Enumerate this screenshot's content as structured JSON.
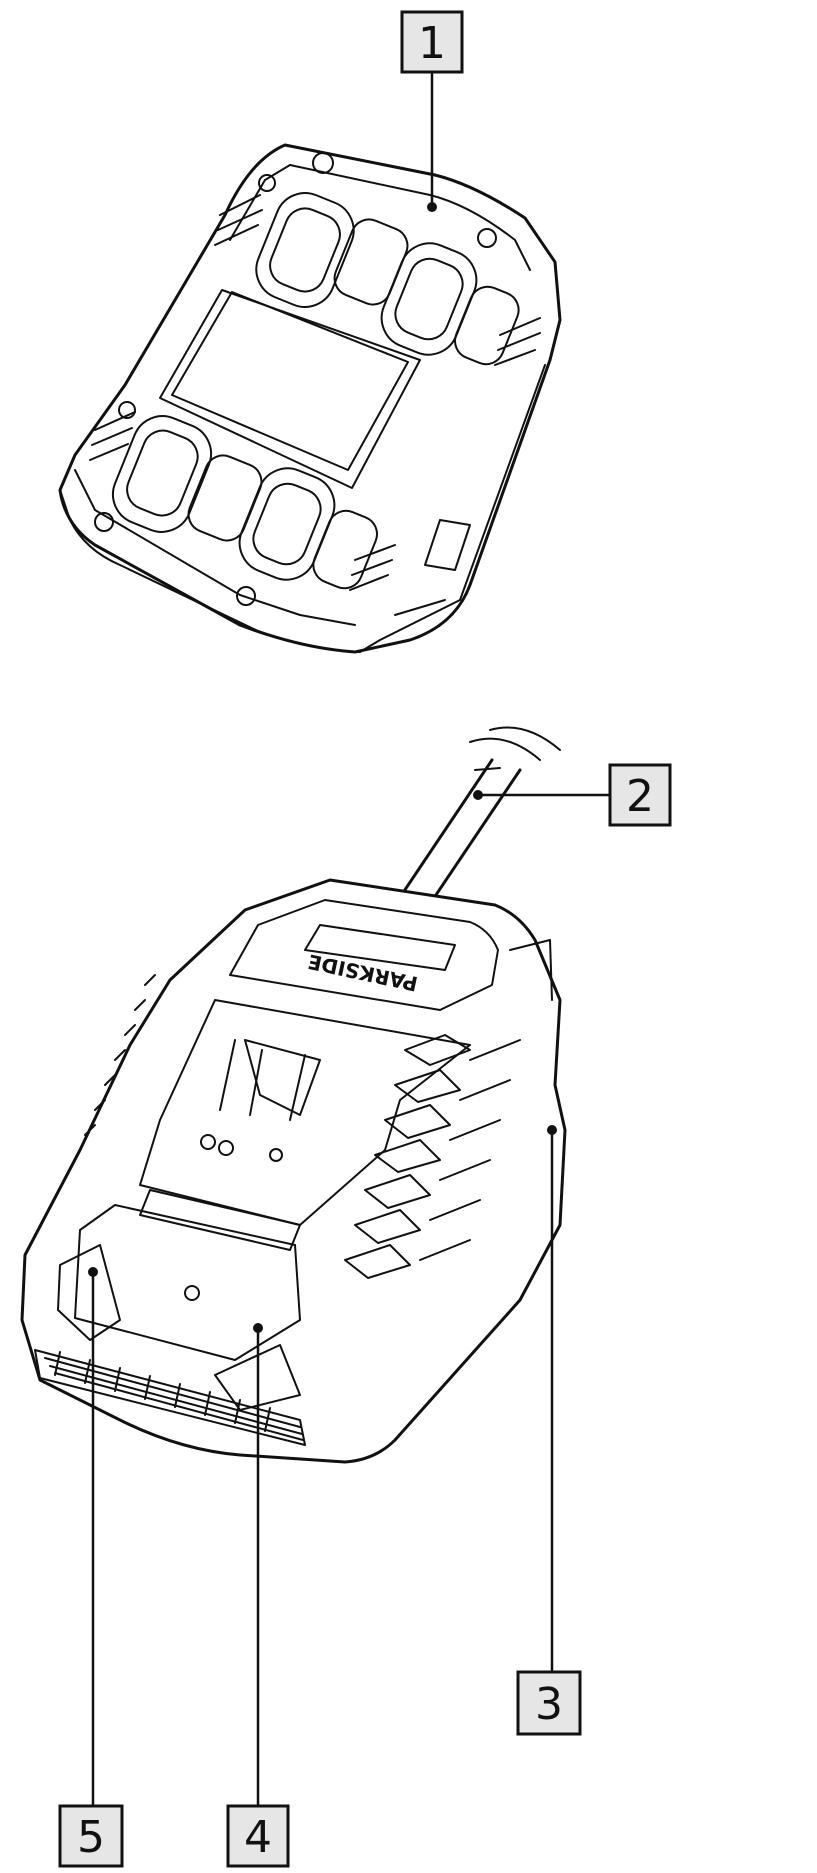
{
  "callouts": [
    {
      "id": "1",
      "label": "1"
    },
    {
      "id": "2",
      "label": "2"
    },
    {
      "id": "3",
      "label": "3"
    },
    {
      "id": "4",
      "label": "4"
    },
    {
      "id": "5",
      "label": "5"
    }
  ],
  "charger": {
    "brand_text": "PARKSIDE"
  }
}
